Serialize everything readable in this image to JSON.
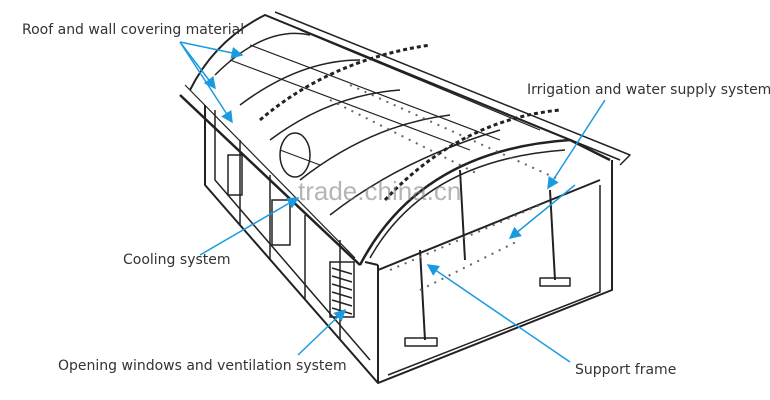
{
  "labels": {
    "roof": "Roof and wall covering material",
    "irrigation": "Irrigation and water supply system",
    "cooling": "Cooling system",
    "windows": "Opening windows and ventilation system",
    "frame": "Support frame"
  },
  "watermark": "trade.china.cn",
  "colors": {
    "arrow": "#1a9be0",
    "line": "#222222"
  }
}
